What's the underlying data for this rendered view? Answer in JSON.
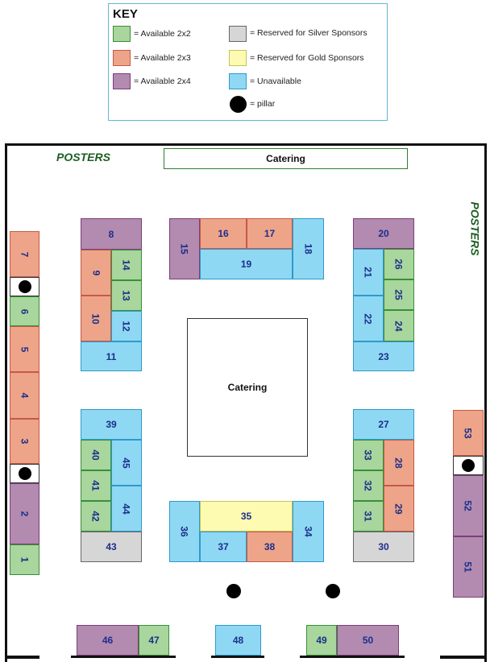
{
  "key": {
    "title": "KEY",
    "entries": [
      {
        "label": "= Available 2x2",
        "color": "#a8d69c"
      },
      {
        "label": "= Available 2x3",
        "color": "#eea489"
      },
      {
        "label": "= Available 2x4",
        "color": "#b38ab0"
      },
      {
        "label": "= Reserved for Silver Sponsors",
        "color": "#d6d6d6"
      },
      {
        "label": "= Reserved for Gold Sponsors",
        "color": "#fdfbb2"
      },
      {
        "label": "= Unavailable",
        "color": "#8fd8f4"
      },
      {
        "label": "= pillar",
        "color": "#000000"
      }
    ]
  },
  "labels": {
    "posters_left": "POSTERS",
    "posters_right": "POSTERS",
    "catering_top": "Catering",
    "catering_center": "Catering"
  },
  "booths": {
    "b1": "1",
    "b2": "2",
    "b3": "3",
    "b4": "4",
    "b5": "5",
    "b6": "6",
    "b7": "7",
    "b8": "8",
    "b9": "9",
    "b10": "10",
    "b11": "11",
    "b12": "12",
    "b13": "13",
    "b14": "14",
    "b15": "15",
    "b16": "16",
    "b17": "17",
    "b18": "18",
    "b19": "19",
    "b20": "20",
    "b21": "21",
    "b22": "22",
    "b23": "23",
    "b24": "24",
    "b25": "25",
    "b26": "26",
    "b27": "27",
    "b28": "28",
    "b29": "29",
    "b30": "30",
    "b31": "31",
    "b32": "32",
    "b33": "33",
    "b34": "34",
    "b35": "35",
    "b36": "36",
    "b37": "37",
    "b38": "38",
    "b39": "39",
    "b40": "40",
    "b41": "41",
    "b42": "42",
    "b43": "43",
    "b44": "44",
    "b45": "45",
    "b46": "46",
    "b47": "47",
    "b48": "48",
    "b49": "49",
    "b50": "50",
    "b51": "51",
    "b52": "52",
    "b53": "53"
  }
}
